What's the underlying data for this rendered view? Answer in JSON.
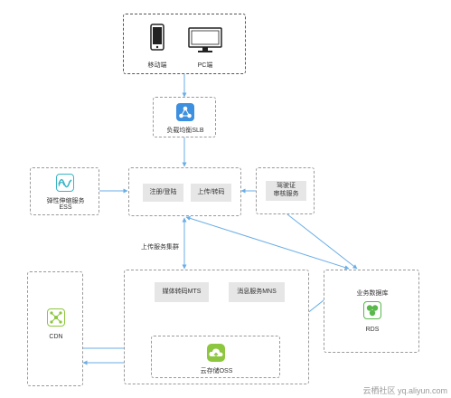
{
  "clients": {
    "mobile_label": "移动端",
    "pc_label": "PC端"
  },
  "slb": {
    "label": "负载均衡SLB"
  },
  "ess": {
    "label_line1": "弹性伸缩服务",
    "label_line2": "ESS"
  },
  "web_cluster": {
    "login_label": "注册/登陆",
    "upload_label": "上传/转码"
  },
  "license_service": {
    "line1": "驾驶证",
    "line2": "审核服务"
  },
  "upload_cluster": {
    "label": "上传服务集群",
    "mts_label": "媒体转码MTS",
    "mns_label": "消息服务MNS"
  },
  "cdn": {
    "label": "CDN"
  },
  "oss": {
    "label": "云存储OSS"
  },
  "business_db": {
    "title": "业务数据库",
    "rds_label": "RDS"
  },
  "watermark": {
    "text": "云栖社区 yq.aliyun.com"
  },
  "colors": {
    "arrow": "#6aaee6",
    "slb": "#3d8fe0",
    "ess": "#3ab6c6",
    "cdn": "#8dc63f",
    "oss": "#8dc63f",
    "rds": "#58b84a"
  }
}
